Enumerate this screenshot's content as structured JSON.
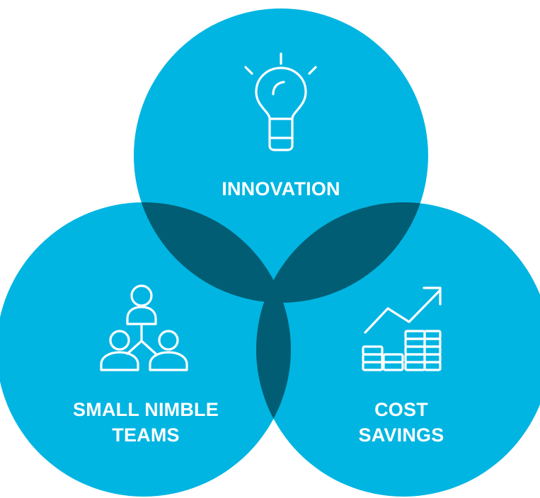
{
  "colors": {
    "circle": "#00b5e2",
    "overlap": "#005d73",
    "icon": "#ffffff",
    "text": "#ffffff",
    "background": "#ffffff"
  },
  "circles": [
    {
      "id": "innovation",
      "label_lines": [
        "INNOVATION"
      ],
      "icon": "lightbulb-icon"
    },
    {
      "id": "small-nimble-teams",
      "label_lines": [
        "SMALL NIMBLE",
        "TEAMS"
      ],
      "icon": "team-hierarchy-icon"
    },
    {
      "id": "cost-savings",
      "label_lines": [
        "COST",
        "SAVINGS"
      ],
      "icon": "growth-chart-coins-icon"
    }
  ]
}
